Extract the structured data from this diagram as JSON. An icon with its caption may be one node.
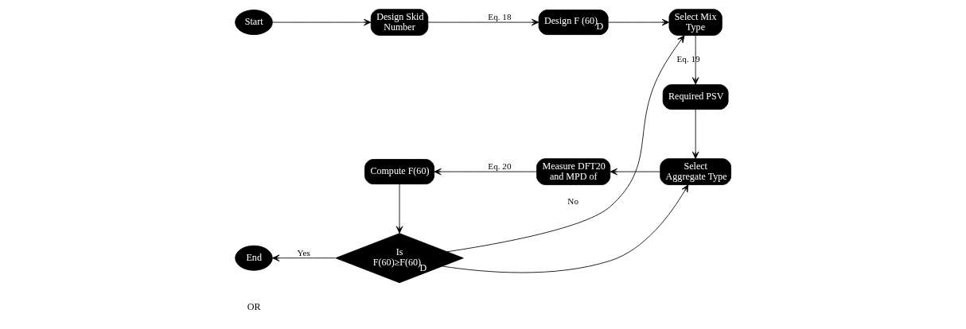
{
  "diagram": {
    "nodes": [
      {
        "text": [
          "Start"
        ]
      },
      {
        "text": [
          "Design Skid Number"
        ]
      },
      {
        "text": [
          "Design F (60)$_{D}$"
        ]
      },
      {
        "text": [
          "Select Mix Type"
        ]
      },
      {
        "text": [
          "Required PSV"
        ]
      },
      {
        "text": [
          "Select Aggregate Type"
        ]
      },
      {
        "text": [
          "Measure DFT20 and MPD of"
        ]
      },
      {
        "text": [
          "Compute F(60)"
        ]
      },
      {
        "text": [
          "Is F(60)≥F(60)$_{D}$"
        ]
      },
      {
        "text": [
          "End"
        ]
      }
    ],
    "edges": [
      {
        "from": 0,
        "to": 1,
        "arrow": "to"
      },
      {
        "from": 1,
        "to": 2,
        "arrow": "to",
        "label": "Eq. 18"
      },
      {
        "from": 2,
        "to": 3,
        "arrow": "to"
      },
      {
        "from": 3,
        "to": 4,
        "arrow": "to",
        "label": "Eq. 19"
      },
      {
        "from": 4,
        "to": 5,
        "arrow": "to"
      },
      {
        "from": 5,
        "to": 6,
        "arrow": "to"
      },
      {
        "from": 6,
        "to": 7,
        "arrow": "to",
        "label": "Eq. 20"
      },
      {
        "from": 7,
        "to": 8,
        "arrow": "to"
      },
      {
        "from": 8,
        "to": 9,
        "arrow": "to",
        "label": "Yes"
      },
      {
        "from": 8,
        "to": 3,
        "arrow": "to",
        "label": "No"
      },
      {
        "from": 8,
        "to": 5,
        "arrow": "to"
      }
    ],
    "labels": [
      "OR"
    ]
  }
}
